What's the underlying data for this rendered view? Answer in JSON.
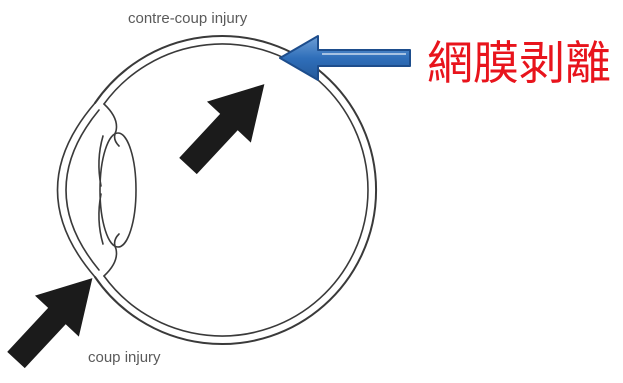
{
  "diagram": {
    "label_top": "contre-coup injury",
    "label_bottom": "coup injury",
    "annotation": "網膜剥離"
  },
  "colors": {
    "annotation": "#e8141c",
    "pointer_arrow": "#2f6fba",
    "pointer_arrow_edge": "#1d4d8c",
    "force_arrows": "#1b1b1b",
    "line_art": "#3a3a3a",
    "label_text": "#5a5a5a"
  }
}
